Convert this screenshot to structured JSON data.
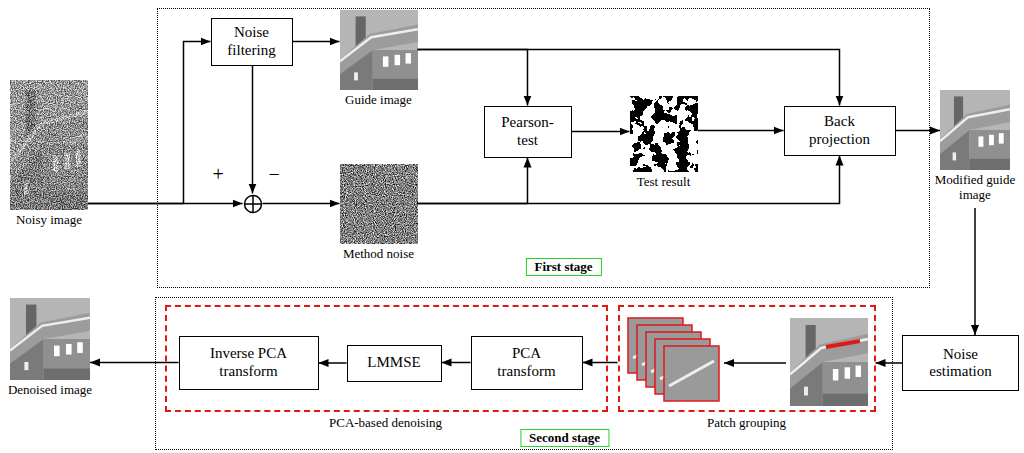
{
  "diagram": {
    "nodes": [
      {
        "text": [
          "Noisy image"
        ]
      },
      {
        "text": [
          "First stage"
        ]
      },
      {
        "text": [
          "Noise filtering"
        ],
        "in": 1
      },
      {
        "text": [
          "Guide image"
        ],
        "in": 1
      },
      {
        "text": [
          "+",
          "−"
        ],
        "in": 1
      },
      {
        "text": [
          "Method noise"
        ],
        "in": 1
      },
      {
        "text": [
          "Pearson- test"
        ],
        "in": 1
      },
      {
        "text": [
          "Test result"
        ],
        "in": 1
      },
      {
        "text": [
          "Back projection"
        ],
        "in": 1
      },
      {
        "text": [
          "Modified guide image"
        ]
      },
      {
        "text": [
          "Denoised image"
        ]
      },
      {
        "text": [
          "Second stage"
        ]
      },
      {
        "text": [
          "PCA-based denoising"
        ],
        "in": 11
      },
      {
        "text": [
          "Inverse PCA transform"
        ],
        "in": 12
      },
      {
        "text": [
          "LMMSE"
        ],
        "in": 12
      },
      {
        "text": [
          "PCA transform"
        ],
        "in": 12
      },
      {
        "text": [
          "Patch grouping"
        ],
        "in": 11
      },
      {
        "text": [
          "Noise estimation"
        ]
      }
    ],
    "edges": [
      {
        "from": 0,
        "to": 2,
        "arrow": "to"
      },
      {
        "from": 0,
        "to": 4,
        "arrow": "to"
      },
      {
        "from": 2,
        "to": 3,
        "arrow": "to"
      },
      {
        "from": 2,
        "to": 4,
        "arrow": "to"
      },
      {
        "from": 4,
        "to": 5,
        "arrow": "to"
      },
      {
        "from": 3,
        "to": 6,
        "arrow": "to"
      },
      {
        "from": 3,
        "to": 8,
        "arrow": "to"
      },
      {
        "from": 5,
        "to": 6,
        "arrow": "to"
      },
      {
        "from": 5,
        "to": 8,
        "arrow": "to"
      },
      {
        "from": 6,
        "to": 7,
        "arrow": "to"
      },
      {
        "from": 7,
        "to": 8,
        "arrow": "to"
      },
      {
        "from": 8,
        "to": 9,
        "arrow": "to"
      },
      {
        "from": 9,
        "to": 17,
        "arrow": "to"
      },
      {
        "from": 17,
        "to": 16,
        "arrow": "to"
      },
      {
        "from": 16,
        "to": 15,
        "arrow": "to"
      },
      {
        "from": 15,
        "to": 14,
        "arrow": "to"
      },
      {
        "from": 14,
        "to": 13,
        "arrow": "to"
      },
      {
        "from": 13,
        "to": 10,
        "arrow": "to"
      }
    ]
  }
}
